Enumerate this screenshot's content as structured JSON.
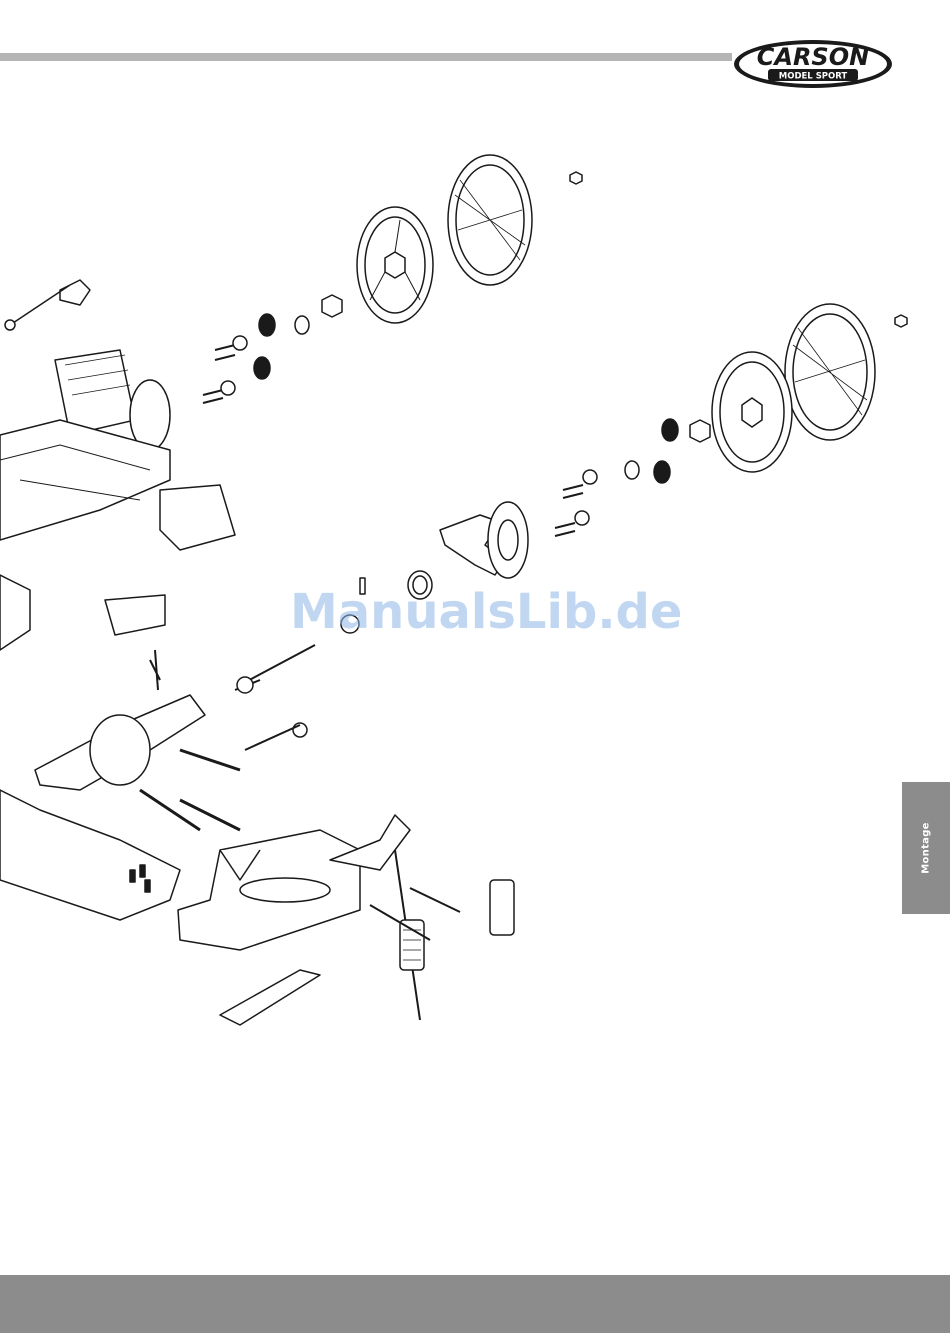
{
  "header": {
    "brand_name": "CARSON",
    "brand_tagline": "MODEL SPORT"
  },
  "side_tab": {
    "label": "Montage"
  },
  "watermark": {
    "text": "ManualsLib.de"
  },
  "colors": {
    "rule_gray": "#b5b5b5",
    "tab_gray": "#8c8c8c",
    "line_art": "#1a1a1a",
    "watermark_blue": "#8fb7e6"
  }
}
